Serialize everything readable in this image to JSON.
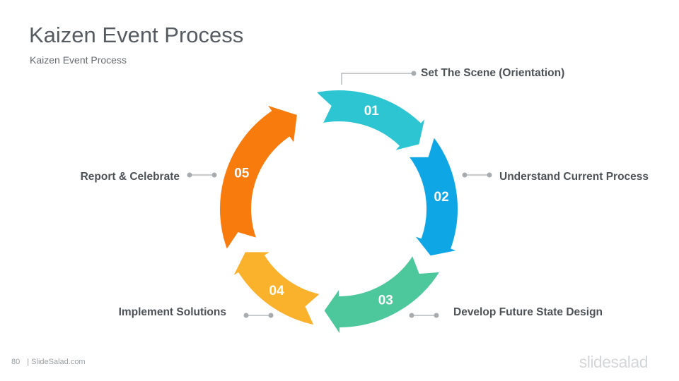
{
  "slide": {
    "title": "Kaizen Event Process",
    "subtitle": "Kaizen Event Process"
  },
  "steps": [
    {
      "number": "01",
      "label": "Set The Scene (Orientation)",
      "color": "#2ec5d3"
    },
    {
      "number": "02",
      "label": "Understand Current Process",
      "color": "#0fa6e6"
    },
    {
      "number": "03",
      "label": "Develop  Future State Design",
      "color": "#4dc79c"
    },
    {
      "number": "04",
      "label": "Implement Solutions",
      "color": "#fab12b"
    },
    {
      "number": "05",
      "label": "Report & Celebrate",
      "color": "#f77b0d"
    }
  ],
  "footer": {
    "page_number": "80",
    "source": "| SlideSalad.com",
    "brand": "slidesalad"
  }
}
